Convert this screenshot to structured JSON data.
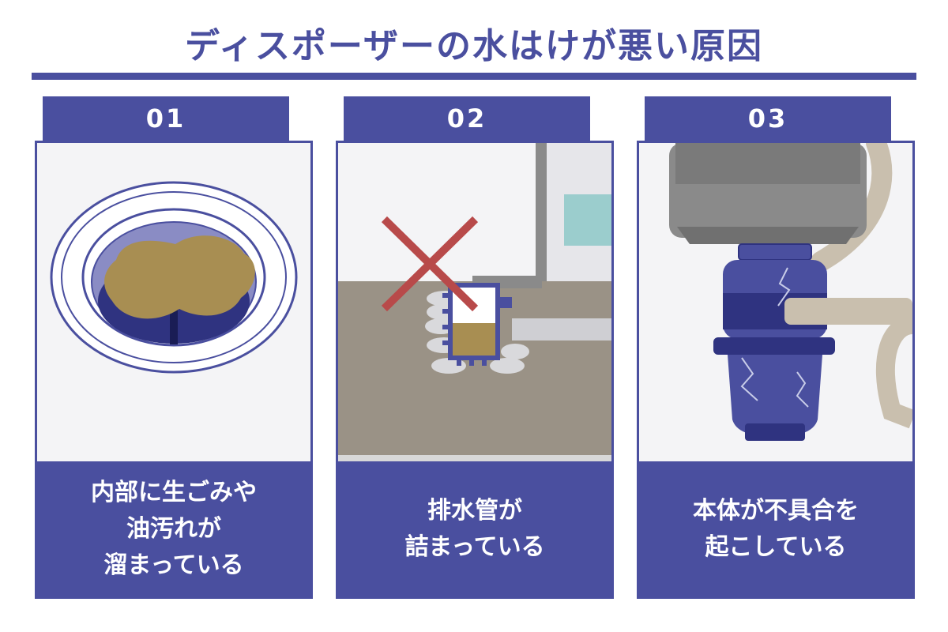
{
  "title": "ディスポーザーの水はけが悪い原因",
  "panels": [
    {
      "number": "01",
      "caption": "内部に生ごみや\n油汚れが\n溜まっている"
    },
    {
      "number": "02",
      "caption": "排水管が\n詰まっている"
    },
    {
      "number": "03",
      "caption": "本体が不具合を\n起こしている"
    }
  ],
  "colors": {
    "accent": "#4a4f9f",
    "dirt": "#a88e52",
    "cross": "#b84a4a"
  }
}
